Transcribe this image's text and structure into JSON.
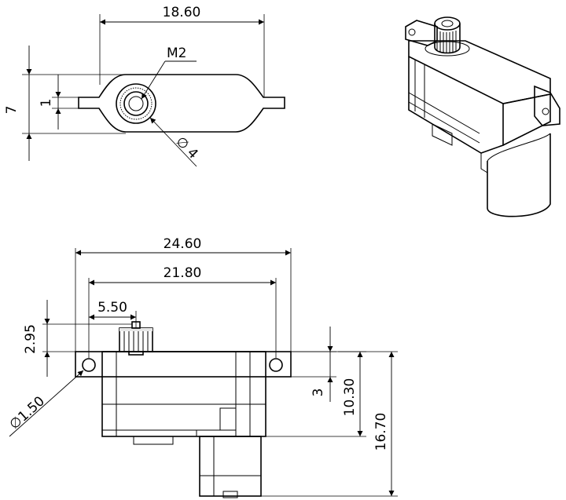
{
  "top_view": {
    "dim_width": "18.60",
    "dim_height": "7",
    "dim_hole": "1",
    "thread": "M2",
    "dim_diameter": "∅ 4"
  },
  "front_view": {
    "dim_overall": "24.60",
    "dim_hole_span": "21.80",
    "dim_shaft_offset": "5.50",
    "dim_shaft_height": "2.95",
    "dim_hole_dia": "∅1.50",
    "dim_ear": "3",
    "dim_body": "10.30",
    "dim_total": "16.70"
  }
}
